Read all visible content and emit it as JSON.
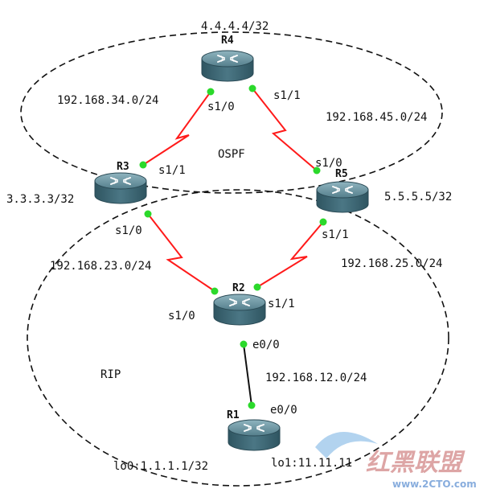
{
  "colors": {
    "serial_link": "#ff1a1a",
    "ethernet_link": "#111111",
    "port_dot": "#2bd92b",
    "router_top": "#5f8a97",
    "router_side": "#3b6470",
    "area_outline": "#111111"
  },
  "areas": {
    "ospf": "OSPF",
    "rip": "RIP"
  },
  "routers": {
    "r1": {
      "name": "R1"
    },
    "r2": {
      "name": "R2"
    },
    "r3": {
      "name": "R3",
      "loopback": "3.3.3.3/32"
    },
    "r4": {
      "name": "R4",
      "loopback": "4.4.4.4/32"
    },
    "r5": {
      "name": "R5",
      "loopback": "5.5.5.5/32"
    }
  },
  "r1_loopbacks": {
    "lo0": "lo0:1.1.1.1/32",
    "lo1": "lo1:11.11.11"
  },
  "networks": {
    "n34": "192.168.34.0/24",
    "n45": "192.168.45.0/24",
    "n23": "192.168.23.0/24",
    "n25": "192.168.25.0/24",
    "n12": "192.168.12.0/24"
  },
  "ports": {
    "r4_s10": "s1/0",
    "r4_s11": "s1/1",
    "r3_s11": "s1/1",
    "r3_s10": "s1/0",
    "r5_s10": "s1/0",
    "r5_s11": "s1/1",
    "r2_s10": "s1/0",
    "r2_s11": "s1/1",
    "r2_e00": "e0/0",
    "r1_e00": "e0/0"
  },
  "watermark": {
    "title": "红黑联盟",
    "url": "www.2CTO.com"
  }
}
